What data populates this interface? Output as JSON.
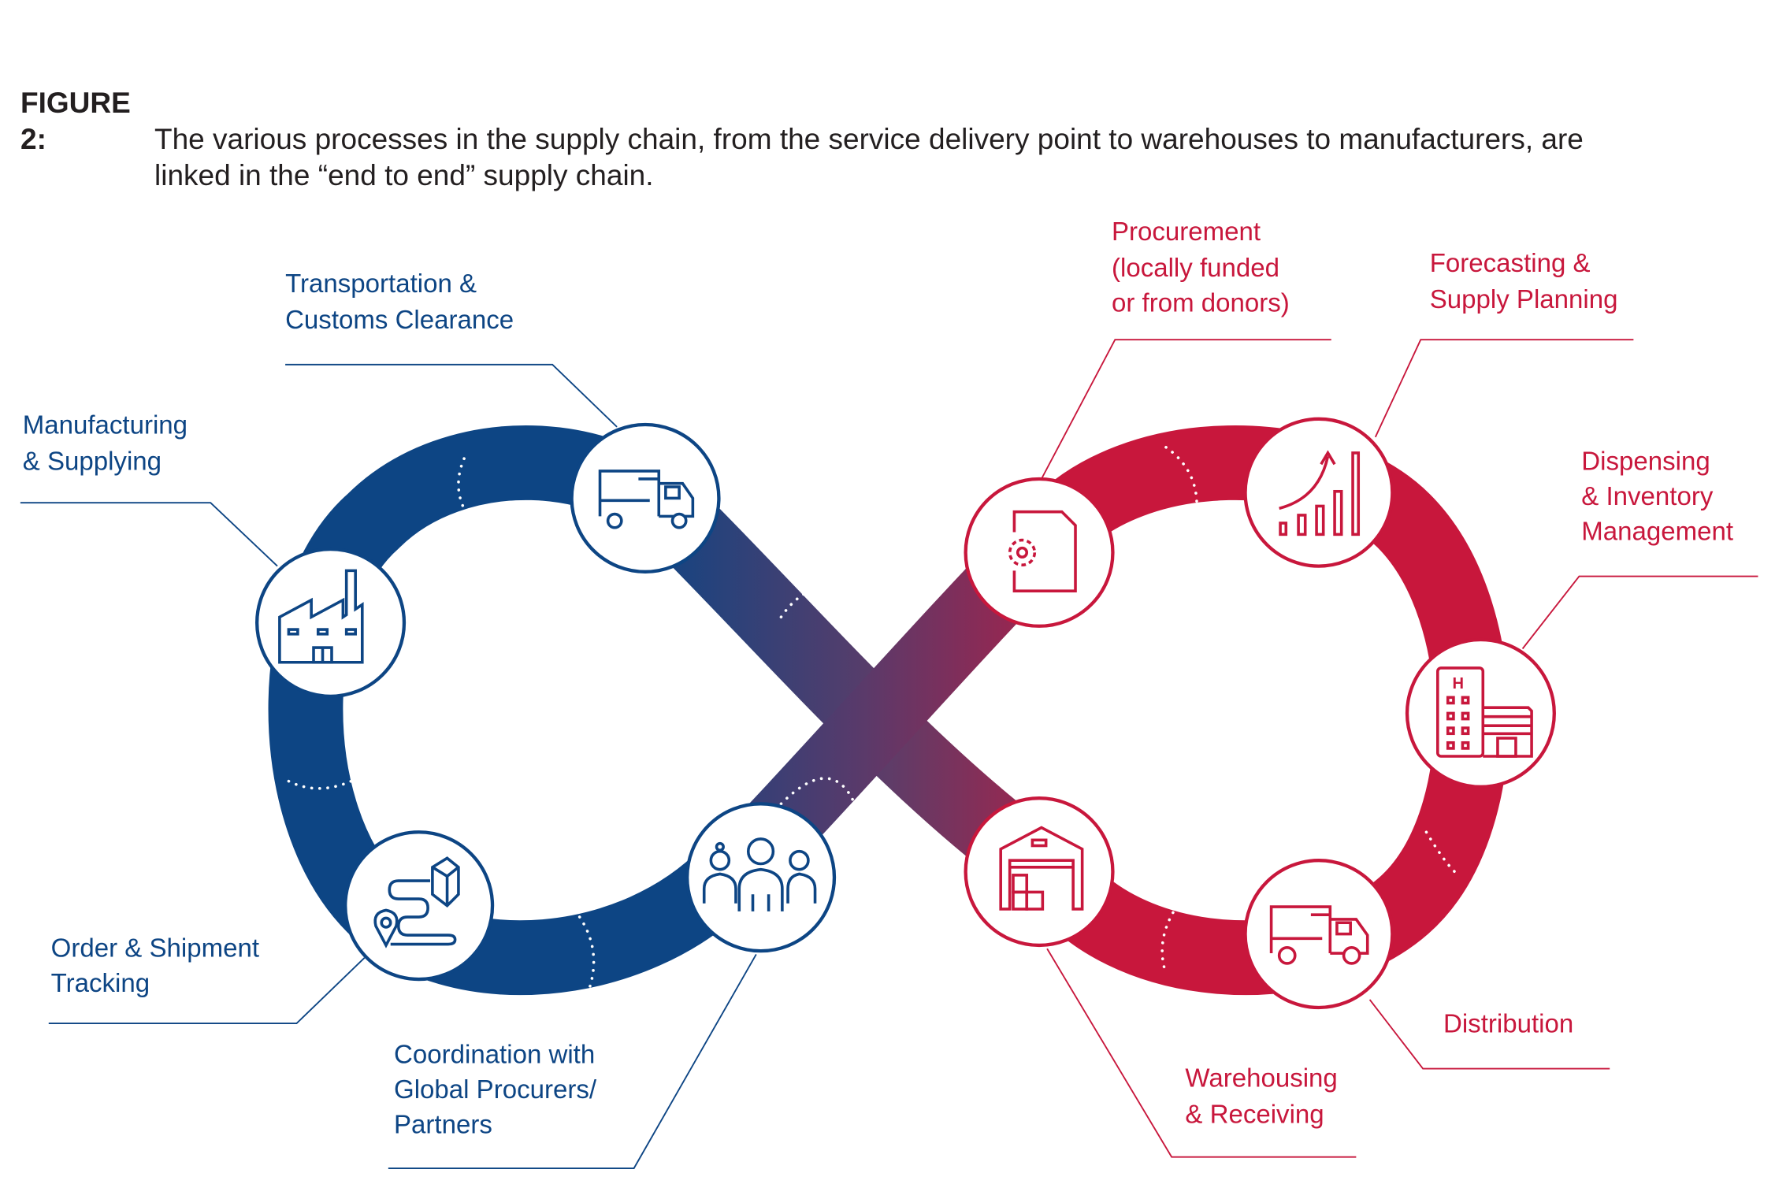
{
  "caption": {
    "label": "FIGURE 2:",
    "line1": "The various processes in the supply chain, from the service delivery point to warehouses to manufacturers, are",
    "line2": "linked in the “end to end” supply chain."
  },
  "colors": {
    "blue": "#0d4584",
    "purple": "#5a3a6a",
    "red": "#c8173c",
    "line": "#ffffff"
  },
  "stages": [
    {
      "id": "manufacturing",
      "icon": "factory-icon",
      "side": "blue",
      "lines": [
        "Manufacturing",
        "& Supplying"
      ]
    },
    {
      "id": "transportation",
      "icon": "truck-icon",
      "side": "blue",
      "lines": [
        "Transportation &",
        "Customs Clearance"
      ]
    },
    {
      "id": "tracking",
      "icon": "route-package-icon",
      "side": "blue",
      "lines": [
        "Order & Shipment",
        "Tracking"
      ]
    },
    {
      "id": "coordination",
      "icon": "people-group-icon",
      "side": "blue",
      "lines": [
        "Coordination with",
        "Global Procurers/",
        "Partners"
      ]
    },
    {
      "id": "procurement",
      "icon": "document-gear-icon",
      "side": "red",
      "lines": [
        "Procurement",
        "(locally funded",
        "or from donors)"
      ]
    },
    {
      "id": "forecasting",
      "icon": "growth-chart-icon",
      "side": "red",
      "lines": [
        "Forecasting &",
        "Supply Planning"
      ]
    },
    {
      "id": "dispensing",
      "icon": "hospital-icon",
      "side": "red",
      "lines": [
        "Dispensing",
        "& Inventory",
        "Management"
      ]
    },
    {
      "id": "warehousing",
      "icon": "warehouse-icon",
      "side": "red",
      "lines": [
        "Warehousing",
        "& Receiving"
      ]
    },
    {
      "id": "distribution",
      "icon": "delivery-truck-icon",
      "side": "red",
      "lines": [
        "Distribution"
      ]
    }
  ]
}
